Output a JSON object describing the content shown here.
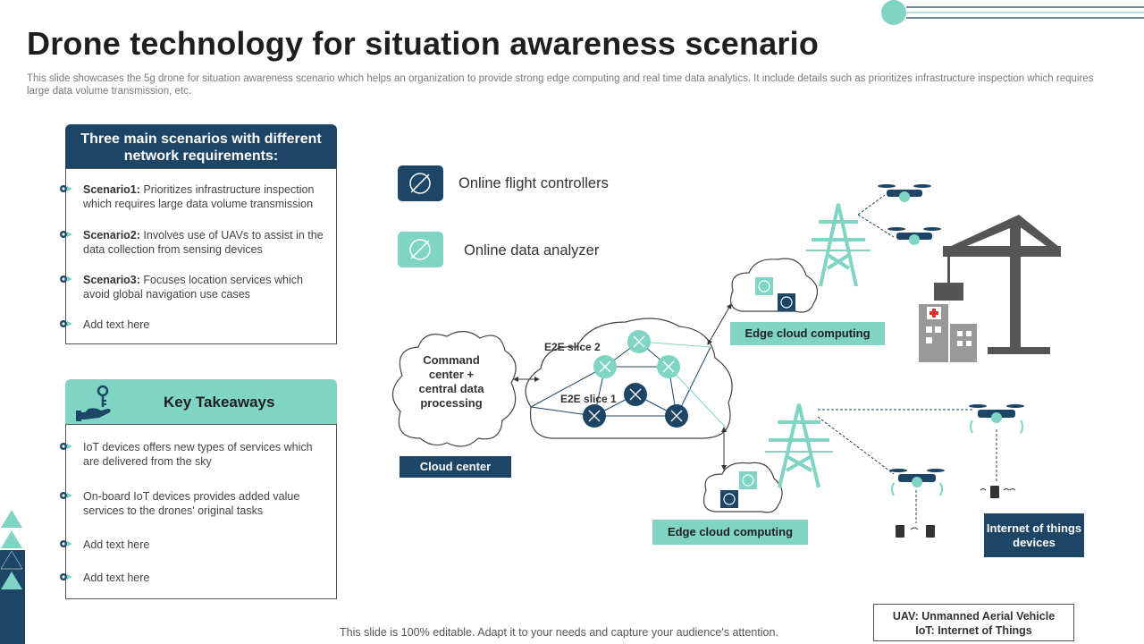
{
  "title": "Drone technology for situation awareness scenario",
  "subtitle": "This slide showcases the 5g drone for situation awareness scenario which helps an organization to provide strong edge computing and real time data analytics. It include details such as prioritizes infrastructure inspection which requires large data volume transmission, etc.",
  "scenarios_panel": {
    "header": "Three main scenarios with different network requirements:",
    "items": [
      {
        "lead": "Scenario1:",
        "text": " Prioritizes infrastructure inspection which requires large data volume transmission"
      },
      {
        "lead": "Scenario2:",
        "text": " Involves  use of UAVs to assist in the data collection from  sensing devices"
      },
      {
        "lead": "Scenario3:",
        "text": " Focuses location services which avoid global navigation  use cases"
      },
      {
        "lead": "",
        "text": "Add text here"
      }
    ]
  },
  "takeaways_panel": {
    "header": "Key Takeaways",
    "items": [
      "IoT devices offers new types of services which are delivered  from the sky",
      "On-board IoT devices provides added value services to the drones' original tasks",
      "Add text here",
      "Add text here"
    ]
  },
  "legend": {
    "flight_controllers": "Online flight controllers",
    "data_analyzer": "Online data analyzer"
  },
  "diagram": {
    "command_center": "Command center + central data processing",
    "cloud_center": "Cloud center",
    "e2e_slice_2": "E2E slice 2",
    "e2e_slice_1": "E2E slice 1",
    "edge_top": "Edge cloud computing",
    "edge_bottom": "Edge cloud computing",
    "iot_devices": "Internet of things devices"
  },
  "colors": {
    "navy": "#1d4566",
    "teal": "#7fd4c4",
    "gray": "#555555"
  },
  "footer": "This slide is 100% editable. Adapt it to your needs and capture your audience's attention.",
  "abbreviations": {
    "uav": "UAV: Unmanned Aerial Vehicle",
    "iot": "IoT: Internet of Things"
  }
}
